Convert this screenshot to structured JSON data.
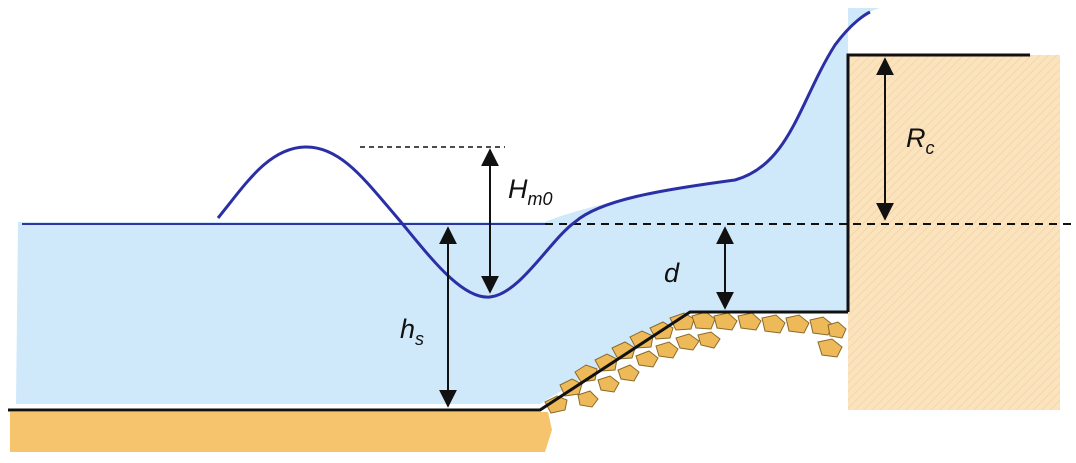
{
  "diagram": {
    "labels": {
      "wave_height": {
        "main": "H",
        "sub": "m0"
      },
      "toe_depth": {
        "main": "d"
      },
      "water_depth": {
        "main": "h",
        "sub": "s"
      },
      "freeboard": {
        "main": "R",
        "sub": "c"
      }
    },
    "colors": {
      "water": "#cfe9fb",
      "sand": "#f6c46c",
      "wall": "#fbe3bd",
      "wave_line": "#2b2fa6",
      "still_water_line": "#2d34a3",
      "stones": "#eeba59",
      "outline": "#111111"
    }
  }
}
